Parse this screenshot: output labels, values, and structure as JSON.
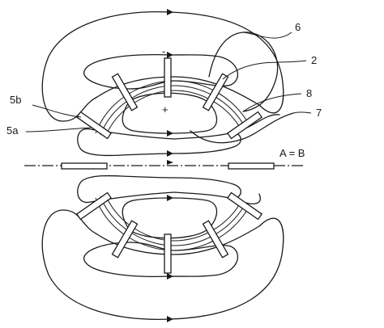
{
  "labels": {
    "l6": "6",
    "l2": "2",
    "l8": "8",
    "l7": "7",
    "l5b": "5b",
    "l5a": "5a",
    "eq": "A = B"
  },
  "polarity": {
    "minus": "-",
    "plus": "+"
  }
}
